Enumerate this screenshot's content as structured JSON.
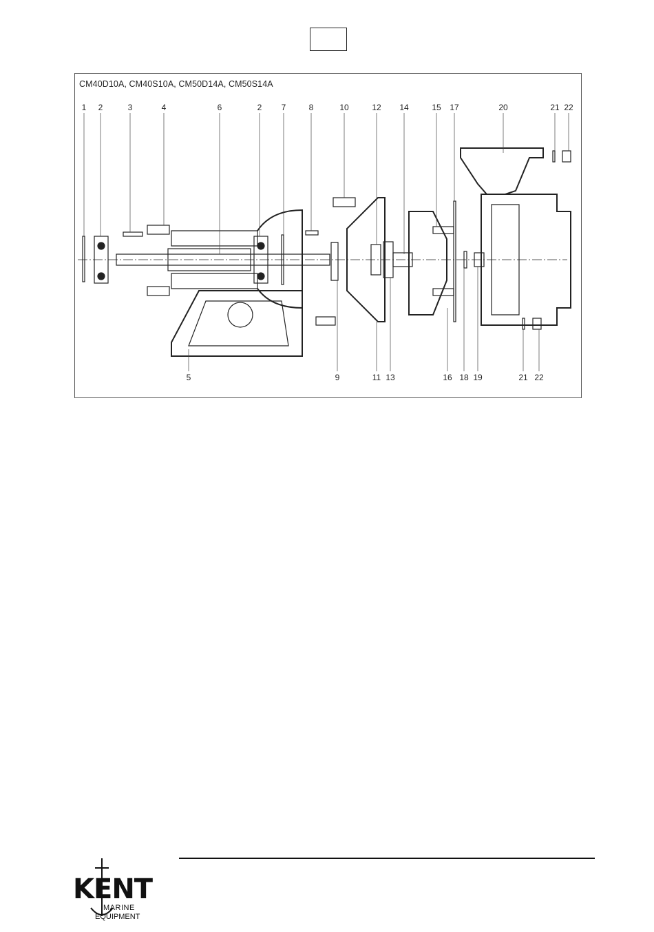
{
  "figure": {
    "title": "CM40D10A, CM40S10A, CM50D14A, CM50S14A",
    "top_labels": [
      "1",
      "2",
      "3",
      "4",
      "6",
      "2",
      "7",
      "8",
      "10",
      "12",
      "14",
      "15",
      "17",
      "20",
      "21",
      "22"
    ],
    "bottom_labels": [
      "5",
      "9",
      "11",
      "13",
      "16",
      "18",
      "19",
      "21",
      "22"
    ]
  },
  "logo": {
    "brand": "KENT",
    "line1": "MARINE",
    "line2": "EQUIPMENT"
  }
}
